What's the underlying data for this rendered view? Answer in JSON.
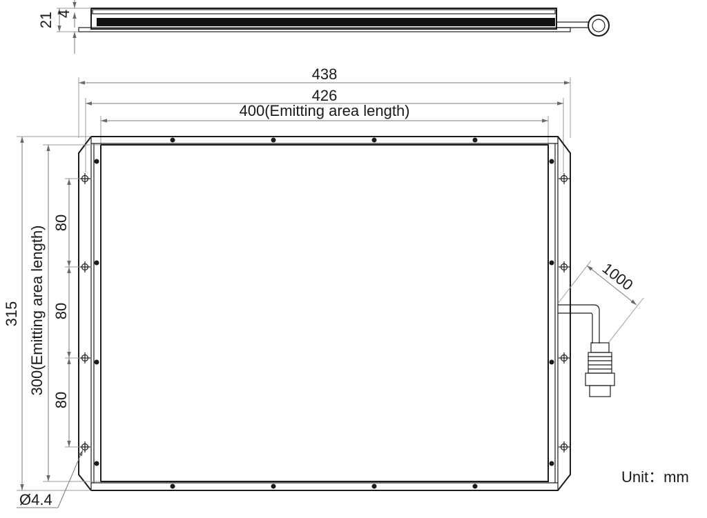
{
  "labels": {
    "side_height": "21",
    "side_thickness": "4",
    "overall_length": "438",
    "mounting_length": "426",
    "emitting_length": "400(Emitting area length)",
    "overall_width": "315",
    "emitting_width": "300(Emitting area length)",
    "pitch_top": "80",
    "pitch_middle": "80",
    "pitch_bottom": "80",
    "cable_length": "1000",
    "hole_diameter": "Ø4.4",
    "unit": "Unit：mm"
  },
  "colors": {
    "outline": "#1a1a1a",
    "dimension": "#7a7a7a",
    "background": "#ffffff"
  }
}
